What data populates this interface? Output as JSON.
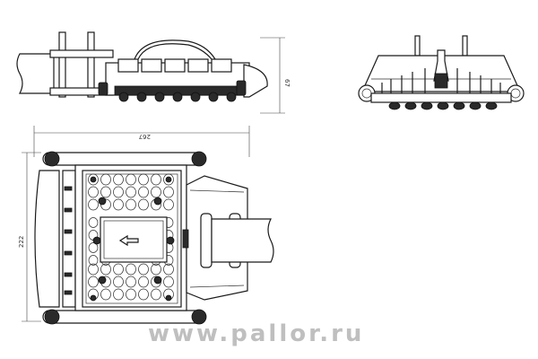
{
  "dimensions": {
    "height_side": "67",
    "width_top": "267",
    "depth_top": "222"
  },
  "watermark": "www.pallor.ru"
}
